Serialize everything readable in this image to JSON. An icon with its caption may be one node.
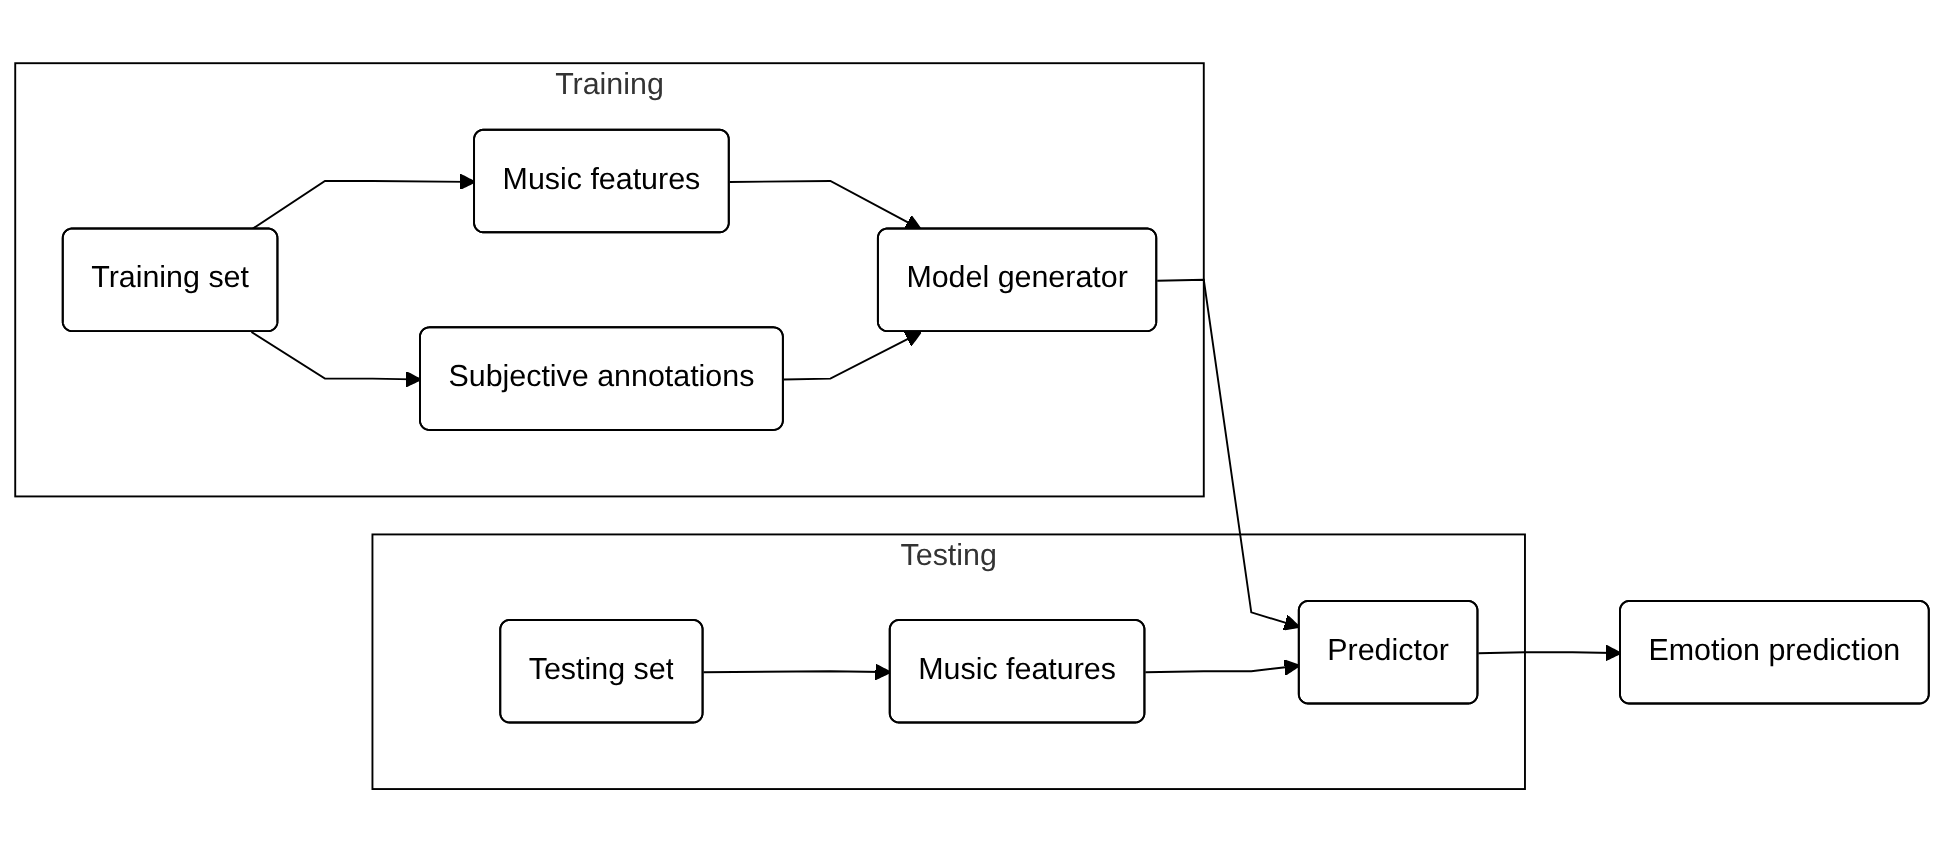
{
  "diagram": {
    "nodes": [
      {
        "text": [
          "Training"
        ]
      },
      {
        "text": [
          "Training set"
        ],
        "in": 0
      },
      {
        "text": [
          "Music features"
        ],
        "in": 0
      },
      {
        "text": [
          "Subjective annotations"
        ],
        "in": 0
      },
      {
        "text": [
          "Model generator"
        ],
        "in": 0
      },
      {
        "text": [
          "Testing"
        ]
      },
      {
        "text": [
          "Testing set"
        ],
        "in": 5
      },
      {
        "text": [
          "Music features"
        ],
        "in": 5
      },
      {
        "text": [
          "Predictor"
        ],
        "in": 5
      },
      {
        "text": [
          "Emotion prediction"
        ]
      }
    ],
    "edges": [
      {
        "from": 1,
        "to": 2,
        "arrow": "to"
      },
      {
        "from": 1,
        "to": 3,
        "arrow": "to"
      },
      {
        "from": 2,
        "to": 4,
        "arrow": "to"
      },
      {
        "from": 3,
        "to": 4,
        "arrow": "to"
      },
      {
        "from": 4,
        "to": 8,
        "arrow": "to"
      },
      {
        "from": 6,
        "to": 7,
        "arrow": "to"
      },
      {
        "from": 7,
        "to": 8,
        "arrow": "to"
      },
      {
        "from": 8,
        "to": 9,
        "arrow": "to"
      }
    ]
  }
}
